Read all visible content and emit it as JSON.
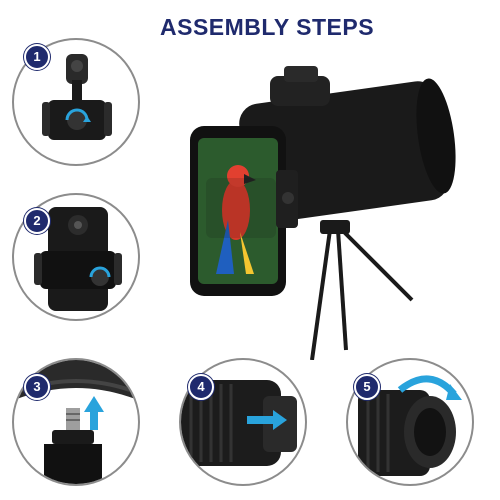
{
  "title": "ASSEMBLY STEPS",
  "steps": [
    {
      "number": "1",
      "icon": "phone-clip-rotate-icon"
    },
    {
      "number": "2",
      "icon": "phone-clip-mounted-icon"
    },
    {
      "number": "3",
      "icon": "tripod-screw-up-icon"
    },
    {
      "number": "4",
      "icon": "eyepiece-arrow-right-icon"
    },
    {
      "number": "5",
      "icon": "focus-ring-rotate-icon"
    }
  ],
  "colors": {
    "title": "#1f2a6d",
    "badge": "#1f2a6d",
    "arrow": "#29a3dc",
    "device": "#1a1a1a",
    "circle_border": "#8c8c8c"
  }
}
